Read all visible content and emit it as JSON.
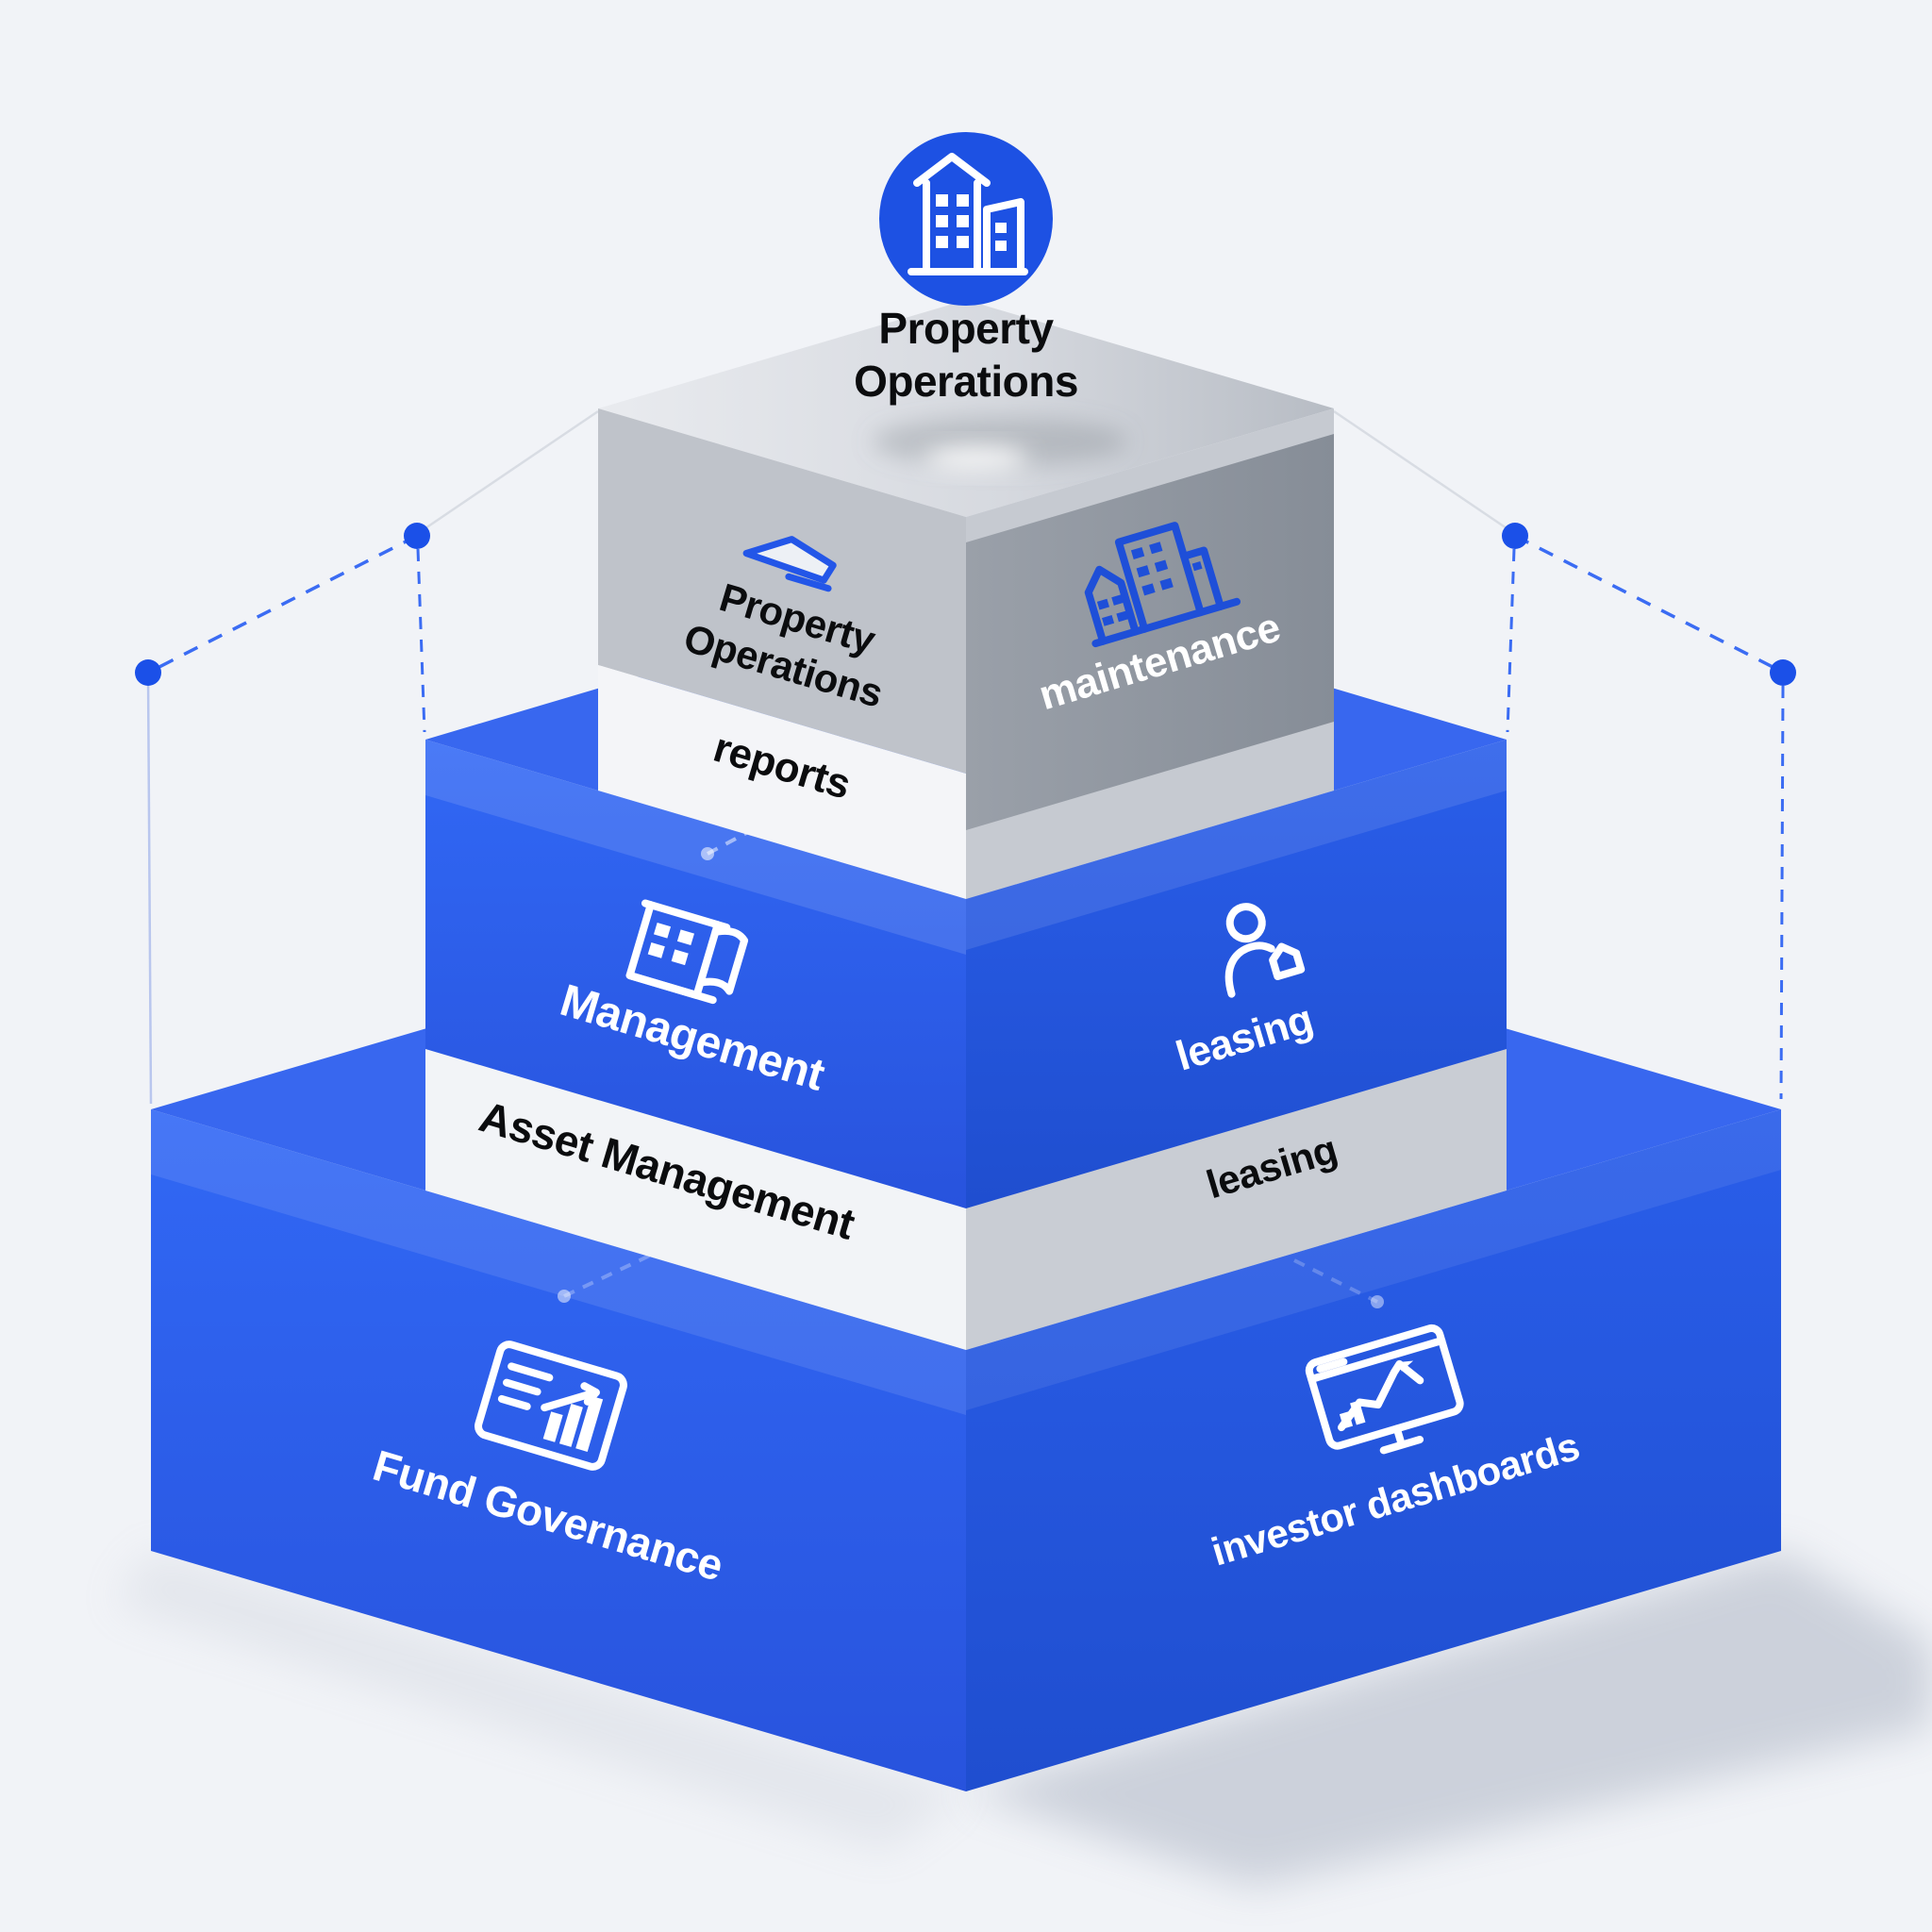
{
  "title": {
    "line1": "Property",
    "line2": "Operations"
  },
  "layers": {
    "top": {
      "name": "property-operations-layer",
      "face_line1": "Property",
      "face_line2": "Operations",
      "band_label": "reports",
      "right_label": "maintenance"
    },
    "middle": {
      "name": "asset-management-layer",
      "left_label": "Management",
      "right_label": "leasing",
      "left_band_label": "Asset Management",
      "right_band_label": "leasing"
    },
    "bottom": {
      "name": "fund-governance-layer",
      "left_label": "Fund Governance",
      "right_label": "investor dashboards"
    }
  },
  "icons": {
    "header": "buildings-badge-icon",
    "top_left_face": "roof-icon",
    "top_right_face": "buildings-outline-icon",
    "middle_left_face": "building-banner-icon",
    "middle_right_face": "person-icon",
    "bottom_left_face": "fund-report-icon",
    "bottom_right_face": "dashboard-monitor-icon"
  },
  "colors": {
    "background": "#f1f3f7",
    "primary_blue_left": "#2d61f0",
    "primary_blue_right": "#2254db",
    "top_face_blue": "#3867ef",
    "badge_blue": "#1d51e3",
    "gray_face": "#bfc3ca",
    "gray_band": "#989ea7",
    "light_band": "#f4f5f8",
    "middle_gray_band": "#c9cdd4",
    "text_dark": "#0b0c0e",
    "text_light": "#ffffff",
    "dashed_line_blue": "#3b6cf3"
  }
}
